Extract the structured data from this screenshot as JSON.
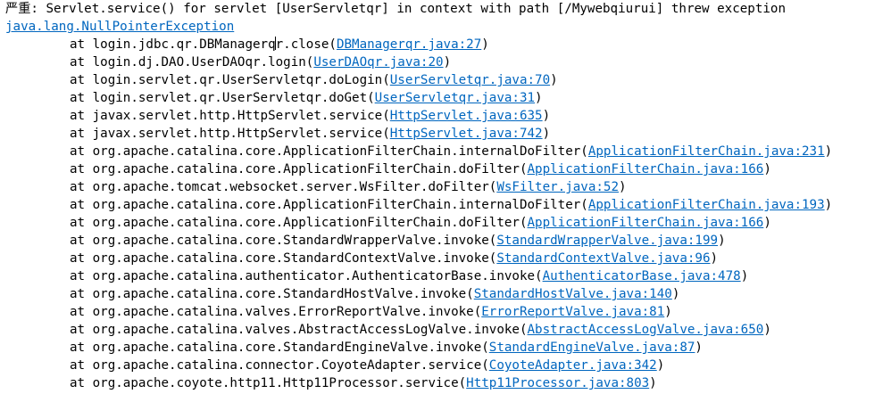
{
  "console": {
    "header": "严重: Servlet.service() for servlet [UserServletqr] in context with path [/Mywebqiurui] threw exception",
    "exception": "java.lang.NullPointerException",
    "frame_prefix": "at ",
    "frames": [
      {
        "method": "login.jdbc.qr.DBManagerqr.close",
        "source": "DBManagerqr.java:27"
      },
      {
        "method": "login.dj.DAO.UserDAOqr.login",
        "source": "UserDAOqr.java:20"
      },
      {
        "method": "login.servlet.qr.UserServletqr.doLogin",
        "source": "UserServletqr.java:70"
      },
      {
        "method": "login.servlet.qr.UserServletqr.doGet",
        "source": "UserServletqr.java:31"
      },
      {
        "method": "javax.servlet.http.HttpServlet.service",
        "source": "HttpServlet.java:635"
      },
      {
        "method": "javax.servlet.http.HttpServlet.service",
        "source": "HttpServlet.java:742"
      },
      {
        "method": "org.apache.catalina.core.ApplicationFilterChain.internalDoFilter",
        "source": "ApplicationFilterChain.java:231"
      },
      {
        "method": "org.apache.catalina.core.ApplicationFilterChain.doFilter",
        "source": "ApplicationFilterChain.java:166"
      },
      {
        "method": "org.apache.tomcat.websocket.server.WsFilter.doFilter",
        "source": "WsFilter.java:52"
      },
      {
        "method": "org.apache.catalina.core.ApplicationFilterChain.internalDoFilter",
        "source": "ApplicationFilterChain.java:193"
      },
      {
        "method": "org.apache.catalina.core.ApplicationFilterChain.doFilter",
        "source": "ApplicationFilterChain.java:166"
      },
      {
        "method": "org.apache.catalina.core.StandardWrapperValve.invoke",
        "source": "StandardWrapperValve.java:199"
      },
      {
        "method": "org.apache.catalina.core.StandardContextValve.invoke",
        "source": "StandardContextValve.java:96"
      },
      {
        "method": "org.apache.catalina.authenticator.AuthenticatorBase.invoke",
        "source": "AuthenticatorBase.java:478"
      },
      {
        "method": "org.apache.catalina.core.StandardHostValve.invoke",
        "source": "StandardHostValve.java:140"
      },
      {
        "method": "org.apache.catalina.valves.ErrorReportValve.invoke",
        "source": "ErrorReportValve.java:81"
      },
      {
        "method": "org.apache.catalina.valves.AbstractAccessLogValve.invoke",
        "source": "AbstractAccessLogValve.java:650"
      },
      {
        "method": "org.apache.catalina.core.StandardEngineValve.invoke",
        "source": "StandardEngineValve.java:87"
      },
      {
        "method": "org.apache.catalina.connector.CoyoteAdapter.service",
        "source": "CoyoteAdapter.java:342"
      },
      {
        "method": "org.apache.coyote.http11.Http11Processor.service",
        "source": "Http11Processor.java:803"
      }
    ]
  }
}
